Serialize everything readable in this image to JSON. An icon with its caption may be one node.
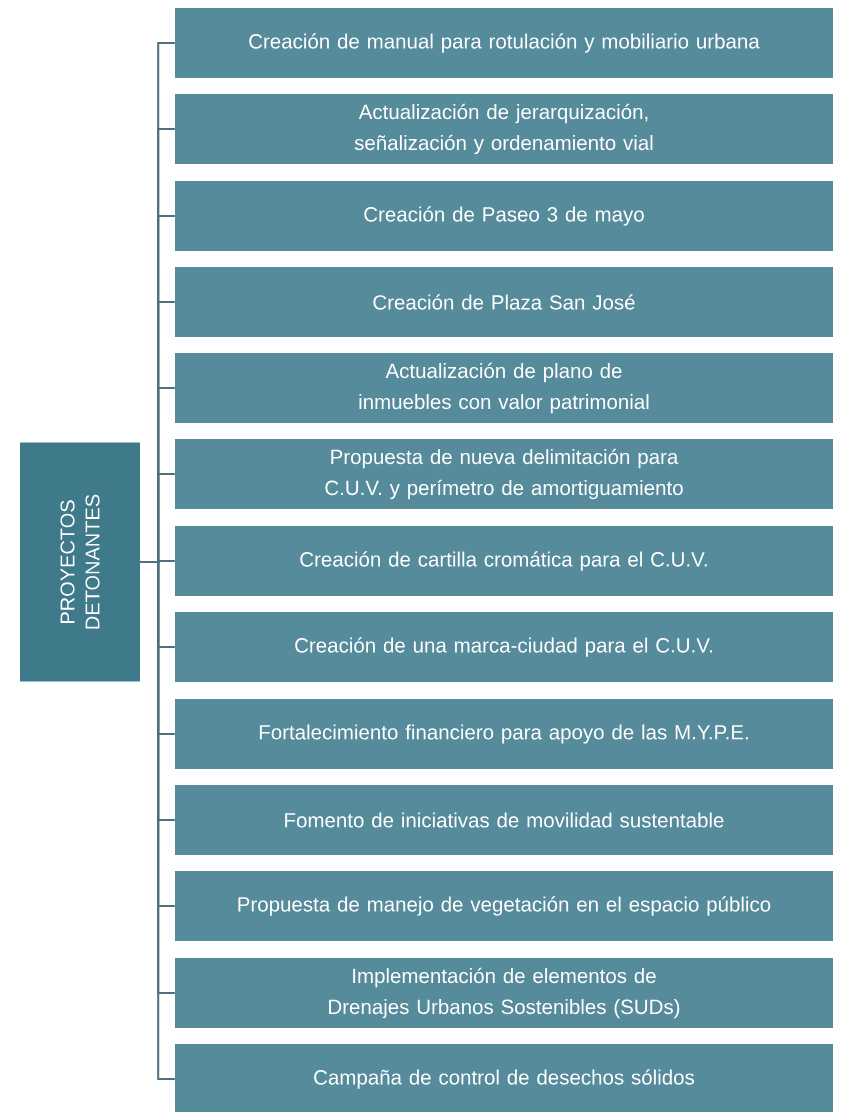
{
  "diagram": {
    "nodes": [
      {
        "text": [
          "PROYECTOS DETONANTES"
        ]
      },
      {
        "text": [
          "Creación de manual para rotulación y mobiliario urbana"
        ]
      },
      {
        "text": [
          "Actualización de jerarquización, señalización y ordenamiento vial"
        ]
      },
      {
        "text": [
          "Creación de Paseo 3 de mayo"
        ]
      },
      {
        "text": [
          "Creación de Plaza San José"
        ]
      },
      {
        "text": [
          "Actualización de plano de inmuebles con valor patrimonial"
        ]
      },
      {
        "text": [
          "Propuesta de nueva delimitación para C.U.V. y perímetro de amortiguamiento"
        ]
      },
      {
        "text": [
          "Creación de cartilla cromática para el C.U.V."
        ]
      },
      {
        "text": [
          "Creación de una marca-ciudad para el C.U.V."
        ]
      },
      {
        "text": [
          "Fortalecimiento financiero para apoyo de las M.Y.P.E."
        ]
      },
      {
        "text": [
          "Fomento de iniciativas de movilidad sustentable"
        ]
      },
      {
        "text": [
          "Propuesta de manejo de vegetación en el espacio público"
        ]
      },
      {
        "text": [
          "Implementación de elementos de Drenajes Urbanos Sostenibles (SUDs)"
        ]
      },
      {
        "text": [
          "Campaña de control de desechos sólidos"
        ]
      }
    ],
    "edges": [
      {
        "from": 0,
        "to": 1,
        "arrow": "none"
      },
      {
        "from": 0,
        "to": 2,
        "arrow": "none"
      },
      {
        "from": 0,
        "to": 3,
        "arrow": "none"
      },
      {
        "from": 0,
        "to": 4,
        "arrow": "none"
      },
      {
        "from": 0,
        "to": 5,
        "arrow": "none"
      },
      {
        "from": 0,
        "to": 6,
        "arrow": "none"
      },
      {
        "from": 0,
        "to": 7,
        "arrow": "none"
      },
      {
        "from": 0,
        "to": 8,
        "arrow": "none"
      },
      {
        "from": 0,
        "to": 9,
        "arrow": "none"
      },
      {
        "from": 0,
        "to": 10,
        "arrow": "none"
      },
      {
        "from": 0,
        "to": 11,
        "arrow": "none"
      },
      {
        "from": 0,
        "to": 12,
        "arrow": "none"
      },
      {
        "from": 0,
        "to": 13,
        "arrow": "none"
      }
    ]
  }
}
